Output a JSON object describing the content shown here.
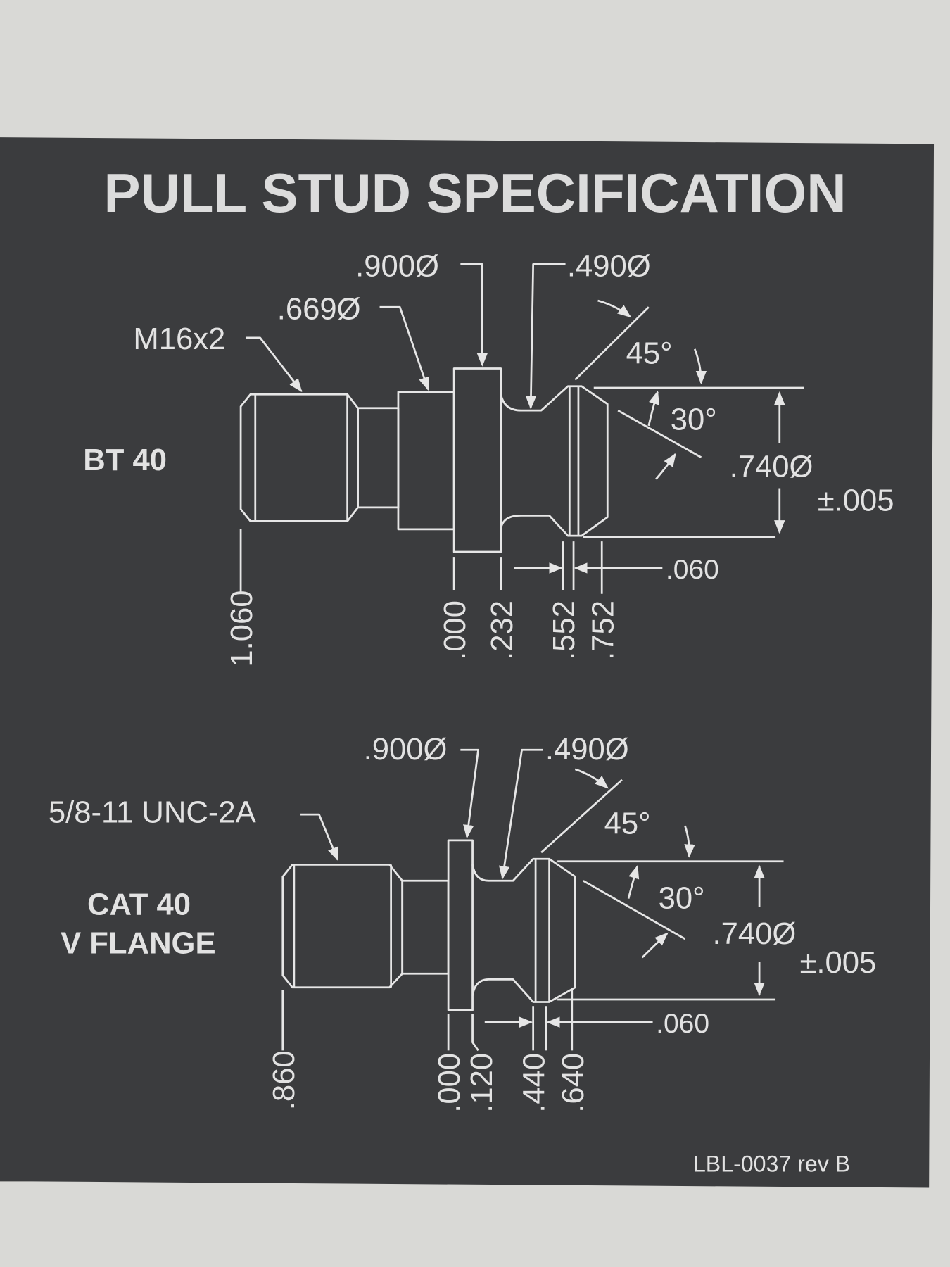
{
  "label": {
    "title": "PULL STUD SPECIFICATION",
    "part_number": "LBL-0037 rev B",
    "colors": {
      "plate": "#3b3c3e",
      "wall": "#d9d9d6",
      "print": "#e2e2e2"
    }
  },
  "bt40": {
    "name": "BT 40",
    "thread": "M16x2",
    "dia_669": ".669Ø",
    "dia_900": ".900Ø",
    "dia_490": ".490Ø",
    "angle_45": "45°",
    "angle_30": "30°",
    "dia_740": ".740Ø",
    "tolerance": "±.005",
    "width_060": ".060",
    "stations": [
      "1.060",
      ".000",
      ".232",
      ".552",
      ".752"
    ]
  },
  "cat40": {
    "name_line1": "CAT 40",
    "name_line2": "V FLANGE",
    "thread": "5/8-11 UNC-2A",
    "dia_900": ".900Ø",
    "dia_490": ".490Ø",
    "angle_45": "45°",
    "angle_30": "30°",
    "dia_740": ".740Ø",
    "tolerance": "±.005",
    "width_060": ".060",
    "stations": [
      ".860",
      ".000",
      ".120",
      ".440",
      ".640"
    ]
  }
}
